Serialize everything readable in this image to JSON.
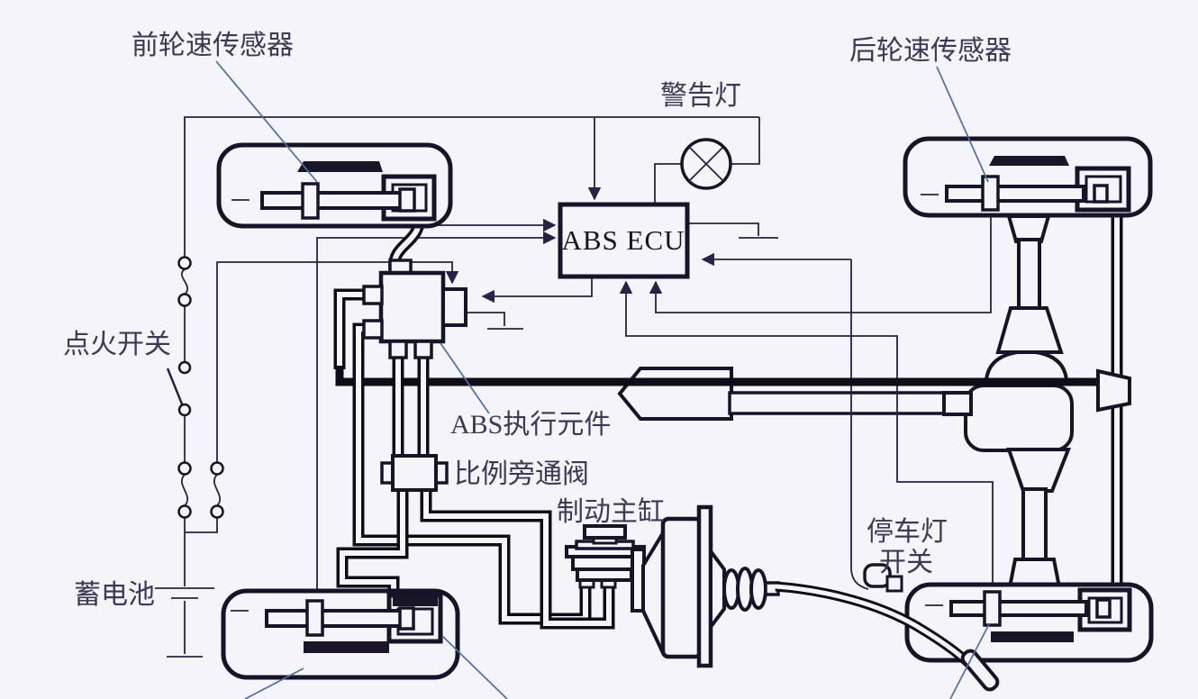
{
  "labels": {
    "front_wheel_speed_sensor": "前轮速传感器",
    "rear_wheel_speed_sensor": "后轮速传感器",
    "warning_lamp": "警告灯",
    "ecu": "ABS ECU",
    "ignition_switch": "点火开关",
    "battery": "蓄电池",
    "abs_actuator": "ABS执行元件",
    "proportioning_bypass_valve": "比例旁通阀",
    "brake_master_cylinder": "制动主缸",
    "stop_lamp_switch_line1": "停车灯",
    "stop_lamp_switch_line2": "开关"
  },
  "icons": {
    "warning_lamp_symbol": "circle-with-x lamp",
    "ground_symbol": "ground bar",
    "fuse_symbol": "circle-squiggle-circle fuse",
    "ignition_switch_symbol": "knife switch",
    "battery_symbol": "battery plates"
  },
  "colors": {
    "background": "#f5f5f9",
    "outline": "#17142a",
    "wire": "#262347",
    "pipe": "#0e0c18",
    "label_text": "#3e3758",
    "leader_line": "#4a6fa8"
  }
}
